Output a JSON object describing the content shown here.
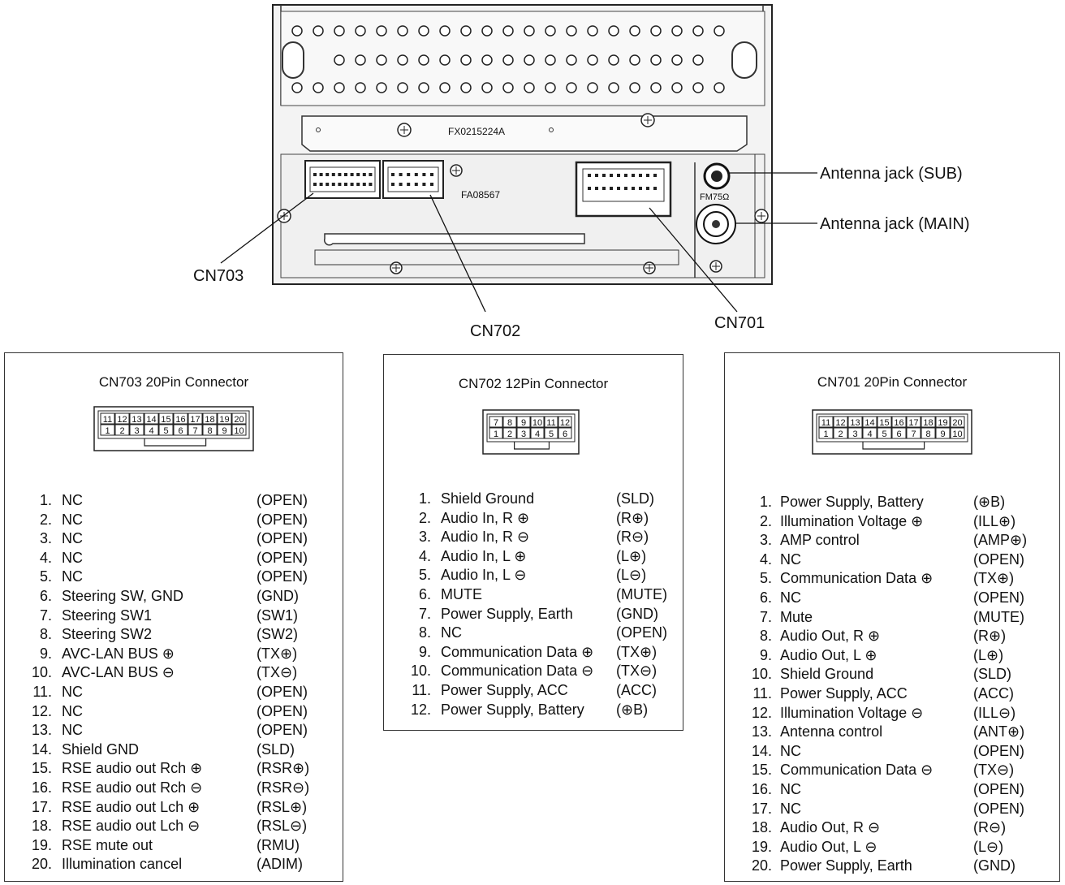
{
  "unit": {
    "part_no": "FX0215224A",
    "sticker": "FA08567",
    "fm_label": "FM75Ω",
    "callouts": {
      "antenna_sub": "Antenna jack (SUB)",
      "antenna_main": "Antenna jack (MAIN)",
      "cn703": "CN703",
      "cn702": "CN702",
      "cn701": "CN701"
    }
  },
  "connectors": [
    {
      "id": "cn703",
      "title": "CN703  20Pin Connector",
      "top_row": [
        "11",
        "12",
        "13",
        "14",
        "15",
        "16",
        "17",
        "18",
        "19",
        "20"
      ],
      "bottom_row": [
        "1",
        "2",
        "3",
        "4",
        "5",
        "6",
        "7",
        "8",
        "9",
        "10"
      ],
      "pins": [
        {
          "n": "1.",
          "name": "NC",
          "sig": "(OPEN)"
        },
        {
          "n": "2.",
          "name": "NC",
          "sig": "(OPEN)"
        },
        {
          "n": "3.",
          "name": "NC",
          "sig": "(OPEN)"
        },
        {
          "n": "4.",
          "name": "NC",
          "sig": "(OPEN)"
        },
        {
          "n": "5.",
          "name": "NC",
          "sig": "(OPEN)"
        },
        {
          "n": "6.",
          "name": "Steering SW, GND",
          "sig": "(GND)"
        },
        {
          "n": "7.",
          "name": "Steering SW1",
          "sig": "(SW1)"
        },
        {
          "n": "8.",
          "name": "Steering SW2",
          "sig": "(SW2)"
        },
        {
          "n": "9.",
          "name": "AVC-LAN BUS ⊕",
          "sig": "(TX⊕)"
        },
        {
          "n": "10.",
          "name": "AVC-LAN BUS ⊖",
          "sig": "(TX⊖)"
        },
        {
          "n": "11.",
          "name": "NC",
          "sig": "(OPEN)"
        },
        {
          "n": "12.",
          "name": "NC",
          "sig": "(OPEN)"
        },
        {
          "n": "13.",
          "name": "NC",
          "sig": "(OPEN)"
        },
        {
          "n": "14.",
          "name": "Shield GND",
          "sig": "(SLD)"
        },
        {
          "n": "15.",
          "name": "RSE audio out Rch ⊕",
          "sig": "(RSR⊕)"
        },
        {
          "n": "16.",
          "name": "RSE audio out Rch ⊖",
          "sig": "(RSR⊖)"
        },
        {
          "n": "17.",
          "name": "RSE audio out Lch ⊕",
          "sig": "(RSL⊕)"
        },
        {
          "n": "18.",
          "name": "RSE audio out Lch ⊖",
          "sig": "(RSL⊖)"
        },
        {
          "n": "19.",
          "name": "RSE mute out",
          "sig": "(RMU)"
        },
        {
          "n": "20.",
          "name": "Illumination cancel",
          "sig": "(ADIM)"
        }
      ]
    },
    {
      "id": "cn702",
      "title": "CN702  12Pin Connector",
      "top_row": [
        "7",
        "8",
        "9",
        "10",
        "11",
        "12"
      ],
      "bottom_row": [
        "1",
        "2",
        "3",
        "4",
        "5",
        "6"
      ],
      "pins": [
        {
          "n": "1.",
          "name": "Shield Ground",
          "sig": "(SLD)"
        },
        {
          "n": "2.",
          "name": "Audio In, R ⊕",
          "sig": "(R⊕)"
        },
        {
          "n": "3.",
          "name": "Audio In, R ⊖",
          "sig": "(R⊖)"
        },
        {
          "n": "4.",
          "name": "Audio In, L ⊕",
          "sig": "(L⊕)"
        },
        {
          "n": "5.",
          "name": "Audio In, L ⊖",
          "sig": "(L⊖)"
        },
        {
          "n": "6.",
          "name": "MUTE",
          "sig": "(MUTE)"
        },
        {
          "n": "7.",
          "name": "Power Supply, Earth",
          "sig": "(GND)"
        },
        {
          "n": "8.",
          "name": "NC",
          "sig": "(OPEN)"
        },
        {
          "n": "9.",
          "name": "Communication Data ⊕",
          "sig": "(TX⊕)"
        },
        {
          "n": "10.",
          "name": "Communication Data ⊖",
          "sig": "(TX⊖)"
        },
        {
          "n": "11.",
          "name": "Power Supply, ACC",
          "sig": "(ACC)"
        },
        {
          "n": "12.",
          "name": "Power Supply, Battery",
          "sig": "(⊕B)"
        }
      ]
    },
    {
      "id": "cn701",
      "title": "CN701  20Pin Connector",
      "top_row": [
        "11",
        "12",
        "13",
        "14",
        "15",
        "16",
        "17",
        "18",
        "19",
        "20"
      ],
      "bottom_row": [
        "1",
        "2",
        "3",
        "4",
        "5",
        "6",
        "7",
        "8",
        "9",
        "10"
      ],
      "pins": [
        {
          "n": "1.",
          "name": "Power Supply, Battery",
          "sig": "(⊕B)"
        },
        {
          "n": "2.",
          "name": "Illumination Voltage ⊕",
          "sig": "(ILL⊕)"
        },
        {
          "n": "3.",
          "name": "AMP control",
          "sig": "(AMP⊕)"
        },
        {
          "n": "4.",
          "name": "NC",
          "sig": "(OPEN)"
        },
        {
          "n": "5.",
          "name": "Communication Data ⊕",
          "sig": "(TX⊕)"
        },
        {
          "n": "6.",
          "name": "NC",
          "sig": "(OPEN)"
        },
        {
          "n": "7.",
          "name": "Mute",
          "sig": "(MUTE)"
        },
        {
          "n": "8.",
          "name": "Audio Out, R ⊕",
          "sig": "(R⊕)"
        },
        {
          "n": "9.",
          "name": "Audio Out, L ⊕",
          "sig": "(L⊕)"
        },
        {
          "n": "10.",
          "name": "Shield Ground",
          "sig": "(SLD)"
        },
        {
          "n": "11.",
          "name": "Power Supply, ACC",
          "sig": "(ACC)"
        },
        {
          "n": "12.",
          "name": "Illumination Voltage ⊖",
          "sig": "(ILL⊖)"
        },
        {
          "n": "13.",
          "name": "Antenna control",
          "sig": "(ANT⊕)"
        },
        {
          "n": "14.",
          "name": "NC",
          "sig": "(OPEN)"
        },
        {
          "n": "15.",
          "name": "Communication Data ⊖",
          "sig": "(TX⊖)"
        },
        {
          "n": "16.",
          "name": "NC",
          "sig": "(OPEN)"
        },
        {
          "n": "17.",
          "name": "NC",
          "sig": "(OPEN)"
        },
        {
          "n": "18.",
          "name": "Audio Out, R ⊖",
          "sig": "(R⊖)"
        },
        {
          "n": "19.",
          "name": "Audio Out, L ⊖",
          "sig": "(L⊖)"
        },
        {
          "n": "20.",
          "name": "Power Supply, Earth",
          "sig": "(GND)"
        }
      ]
    }
  ]
}
